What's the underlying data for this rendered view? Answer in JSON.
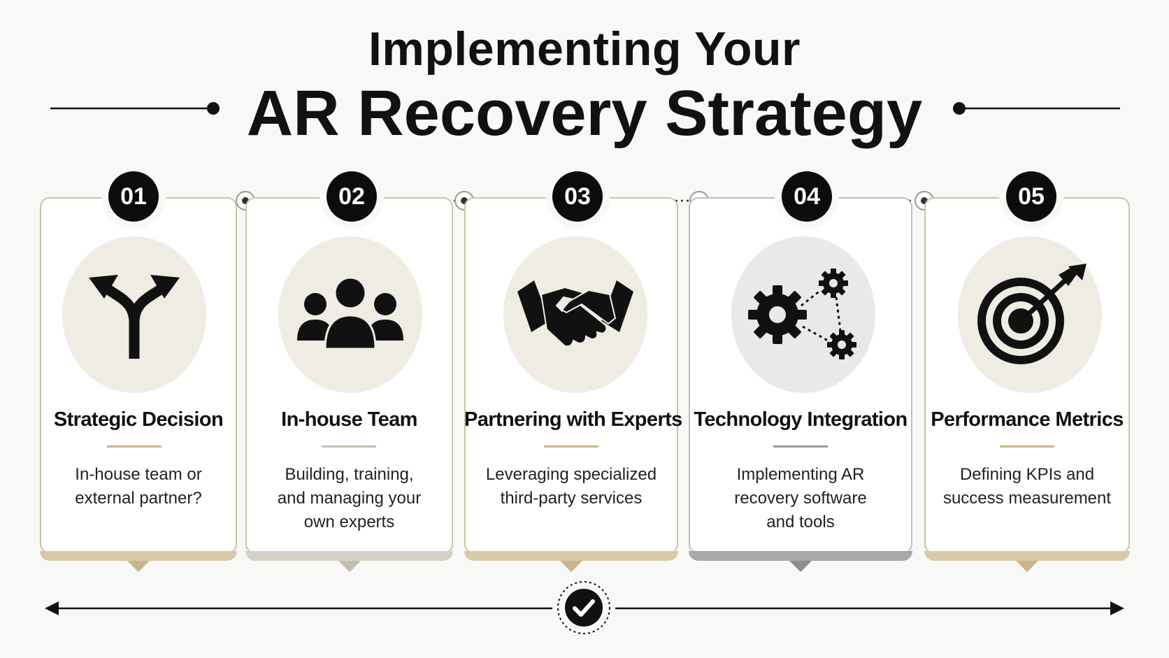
{
  "title": {
    "line1": "Implementing Your",
    "line2": "AR Recovery Strategy"
  },
  "steps": [
    {
      "number": "01",
      "title": "Strategic Decision",
      "description": "In-house team or\nexternal partner?",
      "icon": "fork-arrow-icon",
      "accent": "#c9b48d"
    },
    {
      "number": "02",
      "title": "In-house Team",
      "description": "Building, training,\nand managing your\nown experts",
      "icon": "team-icon",
      "accent": "#c9c2b4"
    },
    {
      "number": "03",
      "title": "Partnering with Experts",
      "description": "Leveraging specialized\nthird-party services",
      "icon": "handshake-icon",
      "accent": "#c9b48d"
    },
    {
      "number": "04",
      "title": "Technology Integration",
      "description": "Implementing AR\nrecovery software\nand tools",
      "icon": "gears-icon",
      "accent": "#9a9a9a"
    },
    {
      "number": "05",
      "title": "Performance Metrics",
      "description": "Defining KPIs and\nsuccess measurement",
      "icon": "target-icon",
      "accent": "#c9b48d"
    }
  ],
  "colors": {
    "gold": "#c9b48d",
    "grey": "#9a9a9a",
    "dark": "#0c0c0c"
  }
}
